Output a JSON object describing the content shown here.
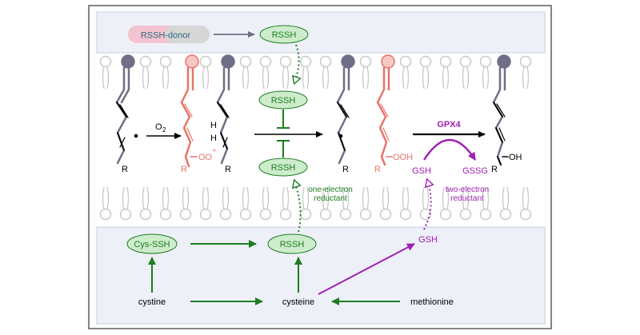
{
  "colors": {
    "green": "#1e7d22",
    "green_fill": "#cdeccb",
    "purple": "#a020b4",
    "salmon": "#e8736a",
    "dark_lipid": "#6e6f86",
    "membrane_head": "#c8c8c8",
    "panel_fill": "#eef0f8",
    "donor_fill": "#f3c3cf"
  },
  "labels": {
    "donor": "RSSH-donor",
    "rssh_top": "RSSH",
    "rssh_mid1": "RSSH",
    "rssh_mid2": "RSSH",
    "rssh_bottom": "RSSH",
    "cys_ssh": "Cys-SSH",
    "o2": "O",
    "o2_sub": "2",
    "h1": "H",
    "h2": "H",
    "r1": "R",
    "r2": "R",
    "r3": "R",
    "r4": "R",
    "r5": "R",
    "r6": "R",
    "oo": "OO",
    "oo_star": "*",
    "ooh": "OOH",
    "oh": "OH",
    "gpx4": "GPX4",
    "gsh_left": "GSH",
    "gssg": "GSSG",
    "gsh_bottom": "GSH",
    "one_e_1": "one-electron",
    "one_e_2": "reductant",
    "two_e_1": "two-electron",
    "two_e_2": "reductant",
    "cystine": "cystine",
    "cysteine": "cysteine",
    "methionine": "methionine"
  }
}
